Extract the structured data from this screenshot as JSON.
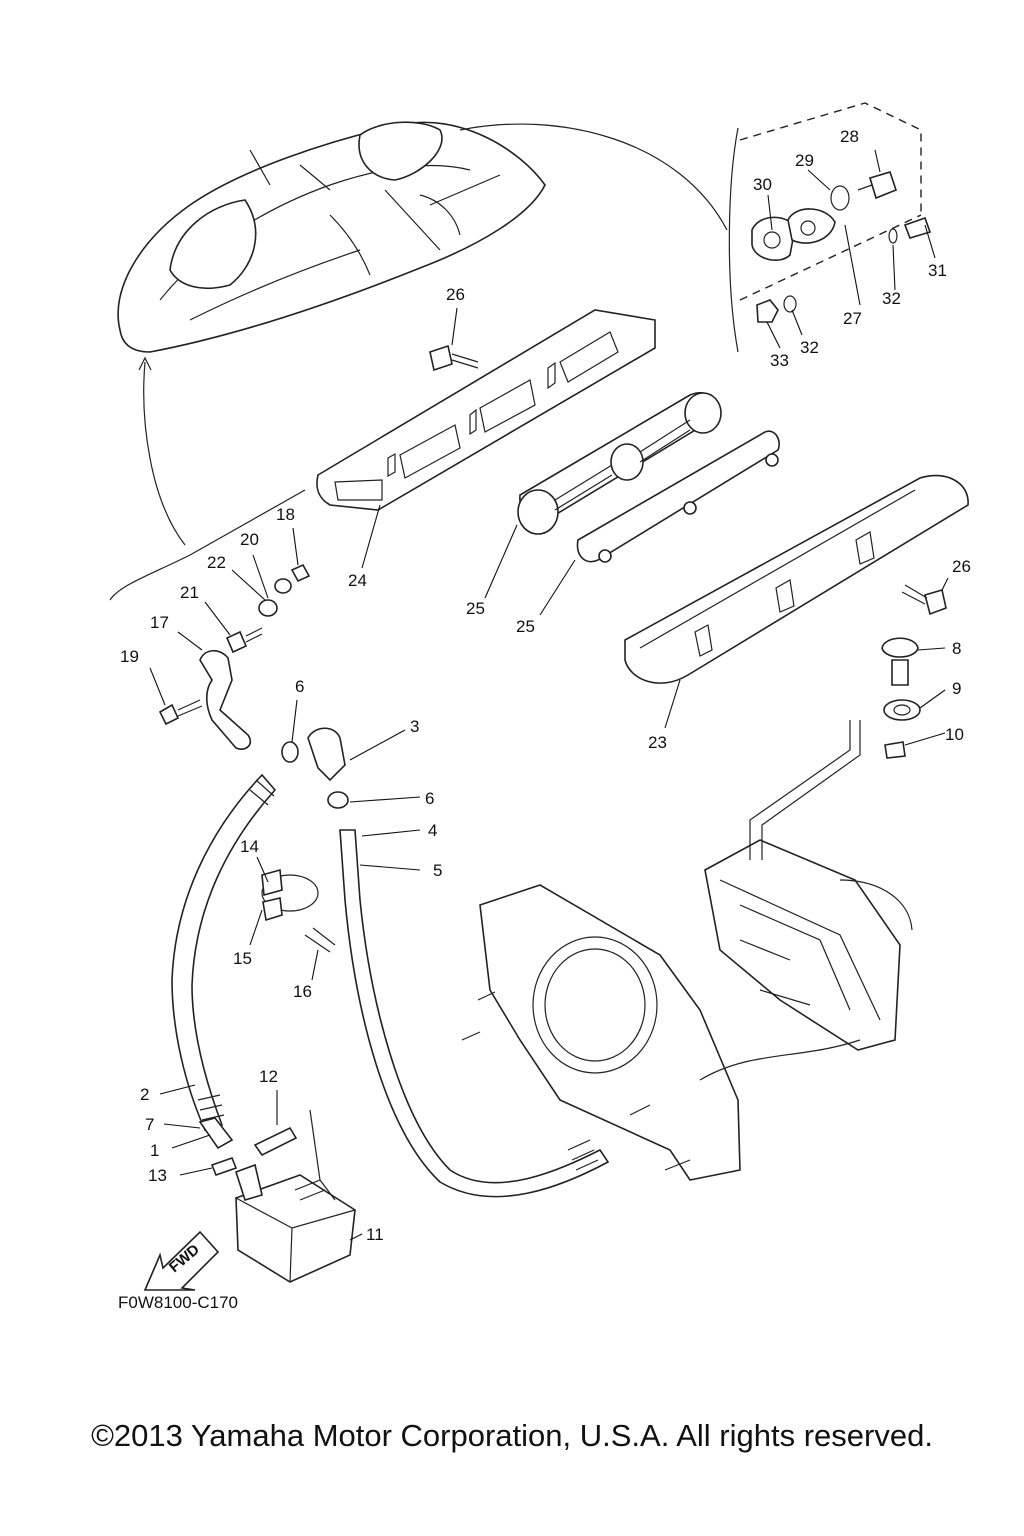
{
  "diagram": {
    "drawing_code": "F0W8100-C170",
    "fwd_label": "FWD",
    "callouts": [
      "1",
      "2",
      "3",
      "4",
      "5",
      "6",
      "6",
      "7",
      "8",
      "9",
      "10",
      "11",
      "12",
      "13",
      "14",
      "15",
      "16",
      "17",
      "18",
      "19",
      "20",
      "21",
      "22",
      "23",
      "24",
      "25",
      "25",
      "26",
      "26",
      "27",
      "28",
      "29",
      "30",
      "31",
      "32",
      "32",
      "33"
    ]
  },
  "footer": {
    "copyright": "©2013 Yamaha Motor Corporation, U.S.A. All rights reserved."
  }
}
